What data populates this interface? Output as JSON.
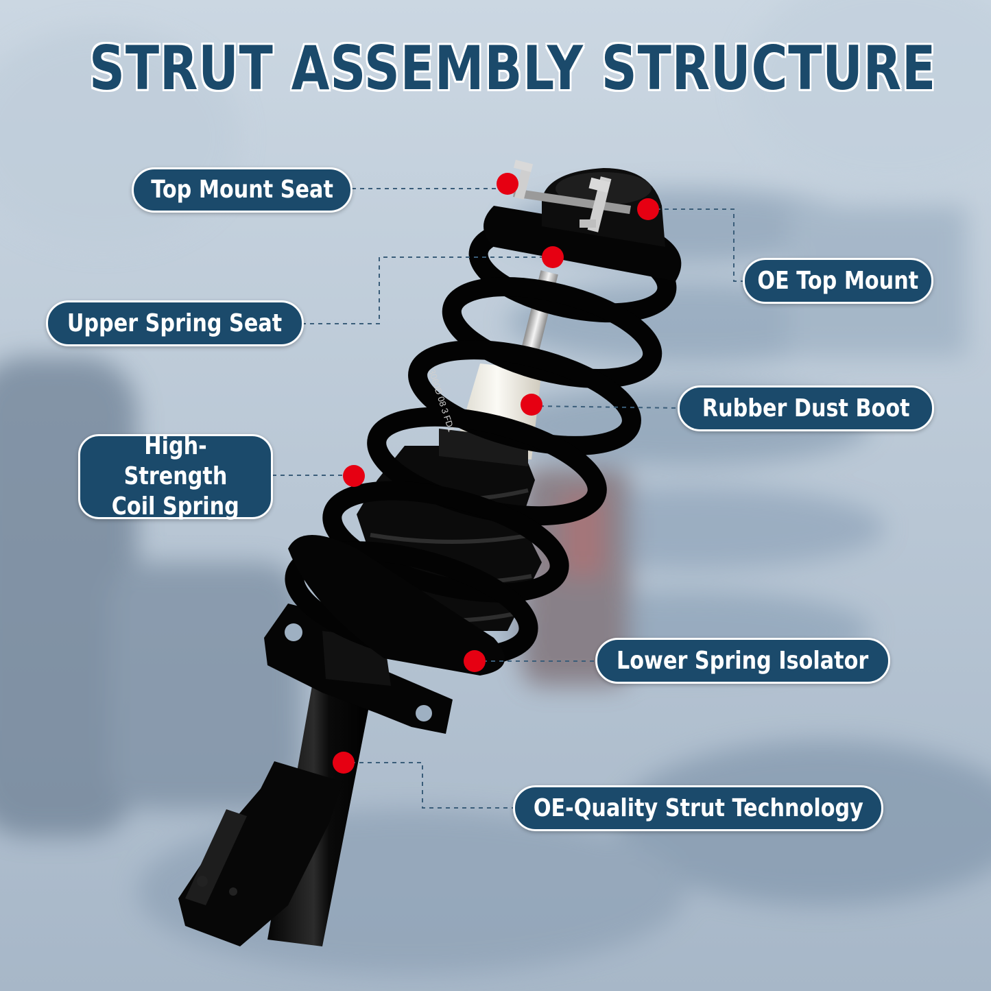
{
  "title": "STRUT ASSEMBLY STRUCTURE",
  "labels": {
    "top_mount_seat": "Top Mount Seat",
    "oe_top_mount": "OE Top Mount",
    "upper_spring_seat": "Upper Spring Seat",
    "rubber_dust_boot": "Rubber Dust Boot",
    "coil_spring_line1": "High-Strength",
    "coil_spring_line2": "Coil Spring",
    "lower_spring_isolator": "Lower Spring Isolator",
    "strut_technology": "OE-Quality Strut Technology"
  },
  "part_marking": "3060D 08 3 FD1",
  "colors": {
    "label_bg": "#1b4a6b",
    "marker": "#e60012",
    "leader": "#3a5d79"
  }
}
